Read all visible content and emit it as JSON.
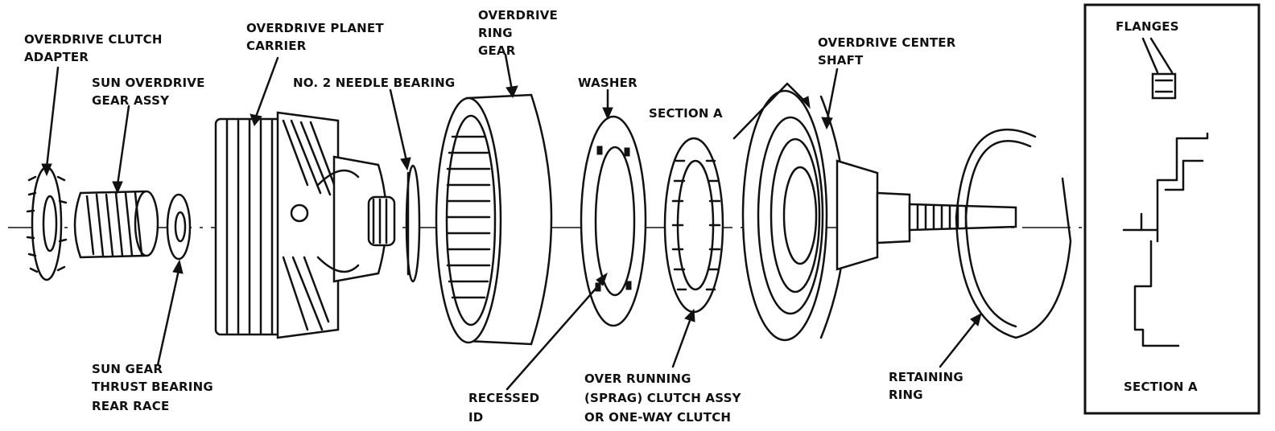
{
  "labels": {
    "od_clutch_adapter": [
      "OVERDRIVE CLUTCH",
      "ADAPTER"
    ],
    "sun_od_gear": [
      "SUN OVERDRIVE",
      "GEAR ASSY"
    ],
    "od_planet_carrier": [
      "OVERDRIVE PLANET",
      "CARRIER"
    ],
    "needle_bearing": [
      "NO. 2 NEEDLE BEARING"
    ],
    "od_ring_gear": [
      "OVERDRIVE",
      "RING",
      "GEAR"
    ],
    "washer": [
      "WASHER"
    ],
    "section_a_top": [
      "SECTION A"
    ],
    "od_center_shaft": [
      "OVERDRIVE CENTER",
      "SHAFT"
    ],
    "sun_gear_race": [
      "SUN GEAR",
      "THRUST BEARING",
      "REAR RACE"
    ],
    "recessed_id": [
      "RECESSED",
      "ID"
    ],
    "over_running": [
      "OVER RUNNING",
      "(SPRAG) CLUTCH ASSY",
      "OR ONE-WAY CLUTCH"
    ],
    "retaining_ring": [
      "RETAINING",
      "RING"
    ]
  },
  "inset": {
    "flanges": "FLANGES",
    "section_a": "SECTION A"
  },
  "colors": {
    "ink": "#111111",
    "paper": "#ffffff"
  }
}
